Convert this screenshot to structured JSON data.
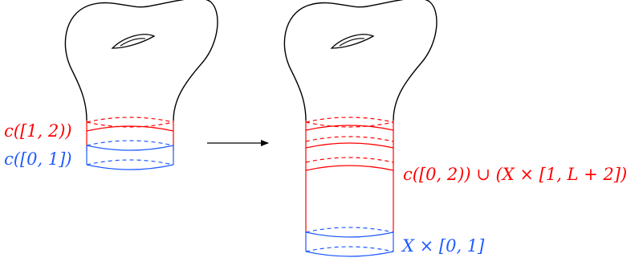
{
  "diagram": {
    "left_labels": {
      "upper": "c([1, 2))",
      "lower": "c([0, 1])"
    },
    "right_labels": {
      "upper": "c([0, 2)) ∪ (X × [1, L + 2])",
      "lower": "X × [0, 1]"
    },
    "colors": {
      "outline": "#000000",
      "red": "#ff0000",
      "blue": "#1f5bff"
    }
  }
}
